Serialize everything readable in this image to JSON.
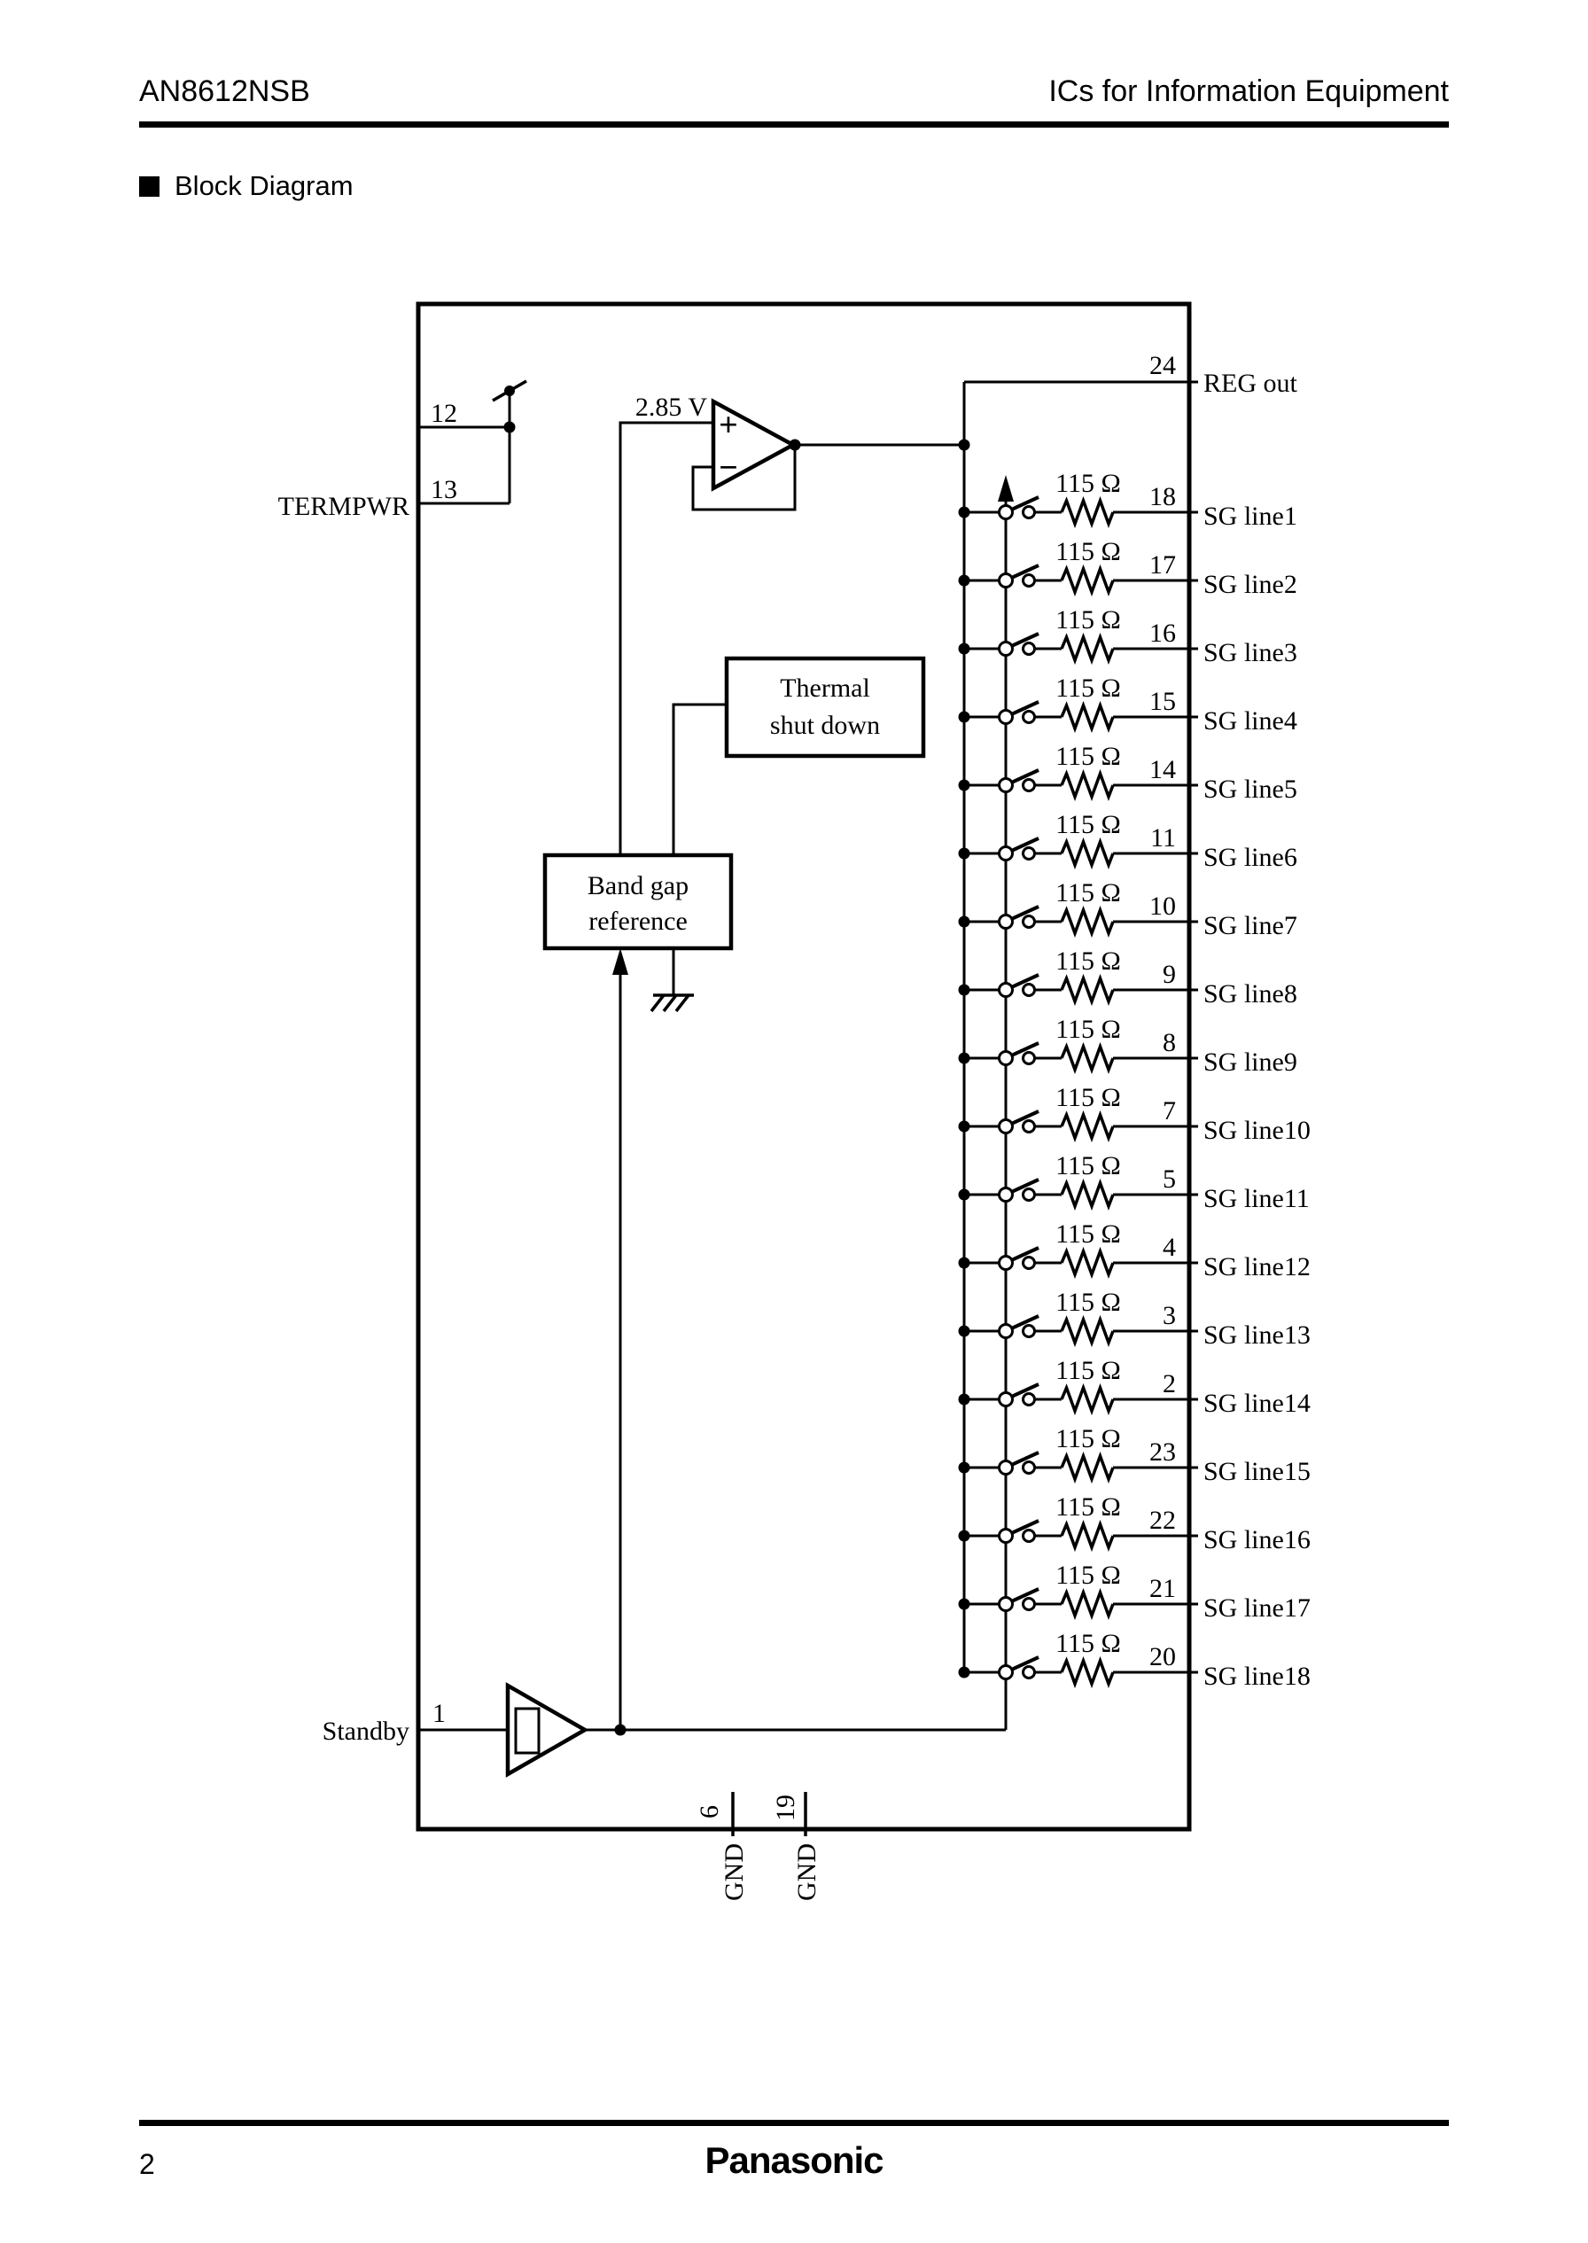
{
  "header": {
    "part_number": "AN8612NSB",
    "category": "ICs for Information Equipment"
  },
  "section": {
    "title": "Block Diagram"
  },
  "diagram": {
    "termpwr": {
      "label": "TERMPWR",
      "pin_upper": "12",
      "pin_lower": "13"
    },
    "reference_voltage": "2.85 V",
    "opamp": {
      "noninverting": "+",
      "inverting": "−"
    },
    "thermal_block": [
      "Thermal",
      "shut down"
    ],
    "bandgap_block": [
      "Band gap",
      "reference"
    ],
    "standby": {
      "label": "Standby",
      "pin": "1"
    },
    "reg_out": {
      "label": "REG out",
      "pin": "24"
    },
    "gnd": [
      {
        "pin": "6",
        "label": "GND"
      },
      {
        "pin": "19",
        "label": "GND"
      }
    ],
    "sg_lines": [
      {
        "pin": "18",
        "value": "115 Ω",
        "label": "SG line1"
      },
      {
        "pin": "17",
        "value": "115 Ω",
        "label": "SG line2"
      },
      {
        "pin": "16",
        "value": "115 Ω",
        "label": "SG line3"
      },
      {
        "pin": "15",
        "value": "115 Ω",
        "label": "SG line4"
      },
      {
        "pin": "14",
        "value": "115 Ω",
        "label": "SG line5"
      },
      {
        "pin": "11",
        "value": "115 Ω",
        "label": "SG line6"
      },
      {
        "pin": "10",
        "value": "115 Ω",
        "label": "SG line7"
      },
      {
        "pin": "9",
        "value": "115 Ω",
        "label": "SG line8"
      },
      {
        "pin": "8",
        "value": "115 Ω",
        "label": "SG line9"
      },
      {
        "pin": "7",
        "value": "115 Ω",
        "label": "SG line10"
      },
      {
        "pin": "5",
        "value": "115 Ω",
        "label": "SG line11"
      },
      {
        "pin": "4",
        "value": "115 Ω",
        "label": "SG line12"
      },
      {
        "pin": "3",
        "value": "115 Ω",
        "label": "SG line13"
      },
      {
        "pin": "2",
        "value": "115 Ω",
        "label": "SG line14"
      },
      {
        "pin": "23",
        "value": "115 Ω",
        "label": "SG line15"
      },
      {
        "pin": "22",
        "value": "115 Ω",
        "label": "SG line16"
      },
      {
        "pin": "21",
        "value": "115 Ω",
        "label": "SG line17"
      },
      {
        "pin": "20",
        "value": "115 Ω",
        "label": "SG line18"
      }
    ]
  },
  "footer": {
    "page": "2",
    "brand": "Panasonic"
  }
}
